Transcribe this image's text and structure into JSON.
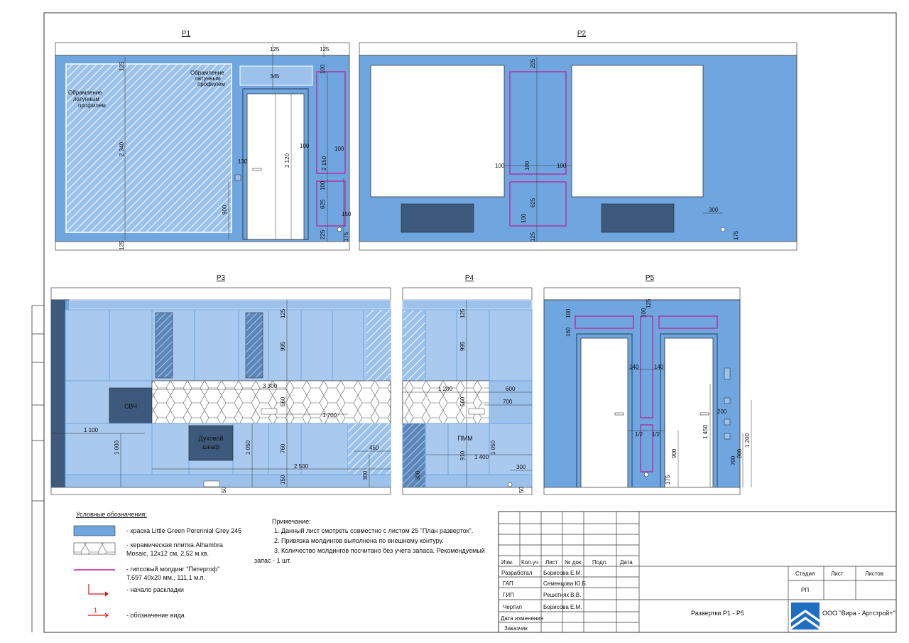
{
  "views": {
    "p1": {
      "title": "Р1"
    },
    "p2": {
      "title": "Р2"
    },
    "p3": {
      "title": "Р3"
    },
    "p4": {
      "title": "Р4"
    },
    "p5": {
      "title": "Р5"
    }
  },
  "p1": {
    "frame_note_1": [
      "Обрамление",
      "латунным",
      "профилем"
    ],
    "frame_note_2": [
      "Обрамление",
      "латунным",
      "профилем"
    ],
    "dims": [
      "125",
      "125",
      "125",
      "345",
      "100",
      "100",
      "100",
      "2 340",
      "2 120",
      "2 150",
      "130",
      "900",
      "100",
      "625",
      "150",
      "225",
      "175",
      "125"
    ]
  },
  "p2": {
    "dims": [
      "225",
      "100",
      "100",
      "100",
      "625",
      "100",
      "300",
      "175",
      "125"
    ]
  },
  "p3": {
    "microwave": "СВЧ",
    "oven": [
      "Духовой",
      "шкаф"
    ],
    "dims": [
      "125",
      "995",
      "3 300",
      "560",
      "1 700",
      "1 100",
      "1 000",
      "1 050",
      "760",
      "450",
      "2 500",
      "300",
      "150",
      "50"
    ]
  },
  "p4": {
    "dishwasher": "ПММ",
    "dims": [
      "125",
      "995",
      "1 200",
      "600",
      "560",
      "700",
      "910",
      "1 050",
      "1 400",
      "300",
      "300",
      "50"
    ]
  },
  "p5": {
    "dims": [
      "100",
      "100",
      "125",
      "160",
      "140",
      "140",
      "200",
      "1/2",
      "1/2",
      "1 450",
      "900",
      "700",
      "900",
      "1 200",
      "175"
    ]
  },
  "legend": {
    "heading": "Условные обозначения:",
    "paint": "- краска Little Green Perennial Grey 245",
    "tile": [
      "- керамическая плитка Alhambra",
      "Mosaic, 12x12 см, 2,52 м.кв."
    ],
    "molding": [
      "- гипсовый молдинг \"Петергоф\"",
      "Т.697 40x20 мм., 111,1 м.п."
    ],
    "start": "- начало раскладки",
    "view": "- обозначение вида",
    "view_num": "1"
  },
  "notes": {
    "heading": "Примечание:",
    "lines": [
      "1. Данный лист смотреть совместно с листом 25 \"План разверток\".",
      "2. Привязка молдингов выполнена по внешнему контуру.",
      "3. Количество молдингов посчитано без учета запаса. Рекомендуемый",
      "запас - 1 шт."
    ]
  },
  "titleblock": {
    "headers": [
      "Изм.",
      "Кол.уч",
      "Лист",
      "№ док",
      "Подп.",
      "Дата"
    ],
    "rows": [
      {
        "role": "Разработал",
        "name": "Борисова Е.М."
      },
      {
        "role": "ГАП",
        "name": "Семенцова Ю.Б."
      },
      {
        "role": "ГИП",
        "name": "Решетняк В.В."
      },
      {
        "role": "Чертил",
        "name": "Борисова Е.М."
      },
      {
        "role": "Дата изменения",
        "name": ""
      },
      {
        "role": "Заказчик",
        "name": ""
      }
    ],
    "stage_label": "Стадия",
    "sheet_label": "Лист",
    "sheets_label": "Листов",
    "stage_value": "РП",
    "drawing_title": "Развертки Р1 - Р5",
    "company": "ООО \"Вира - Артстрой+\""
  },
  "colors": {
    "wall": "#6fa6e0",
    "wall_light": "#9cc2ec",
    "cabinet": "#a9c9ee",
    "dark_panel": "#3d5a7c",
    "molding": "#c0188e",
    "red": "#d21c1c"
  }
}
